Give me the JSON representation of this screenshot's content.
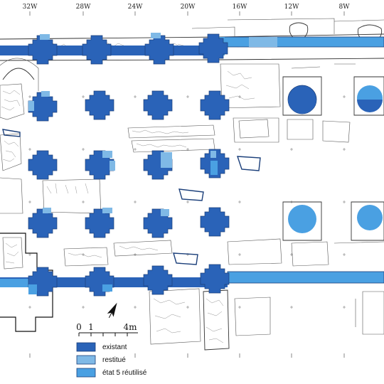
{
  "grid_labels": [
    "32W",
    "28W",
    "24W",
    "20W",
    "16W",
    "12W",
    "8W"
  ],
  "scale": {
    "labels": [
      "0",
      "1",
      "4m"
    ]
  },
  "legend": [
    {
      "label": "existant",
      "color": "#2a63b8"
    },
    {
      "label": "restitué",
      "color": "#7fb9e6"
    },
    {
      "label": "état 5 réutilisé",
      "color": "#4aa0e2"
    }
  ],
  "colors": {
    "existant": "#2a63b8",
    "restitue": "#7fb9e6",
    "reutilise": "#4aa0e2",
    "outline": "#1b3f7a"
  },
  "icons": [
    "north-arrow-icon"
  ]
}
